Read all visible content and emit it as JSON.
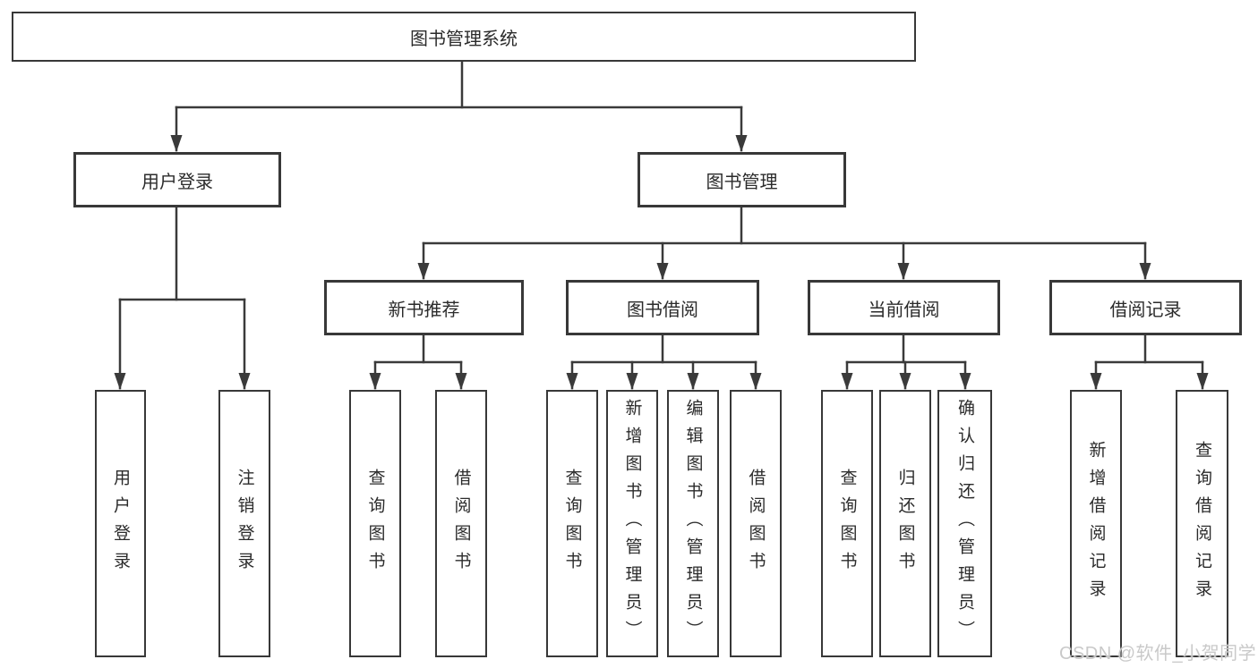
{
  "diagram": {
    "type": "tree",
    "title": "图书管理系统",
    "root": {
      "label": "图书管理系统"
    },
    "level2": [
      {
        "id": "user-login",
        "label": "用户登录",
        "children": [
          "用户登录",
          "注销登录"
        ]
      },
      {
        "id": "book-management",
        "label": "图书管理",
        "children": [
          "新书推荐",
          "图书借阅",
          "当前借阅",
          "借阅记录"
        ]
      }
    ],
    "level3": [
      {
        "id": "new-book-recommendation",
        "label": "新书推荐",
        "children": [
          "查询图书",
          "借阅图书"
        ]
      },
      {
        "id": "book-borrowing",
        "label": "图书借阅",
        "children": [
          "查询图书",
          "新增图书（管理员）",
          "编辑图书（管理员）",
          "借阅图书"
        ]
      },
      {
        "id": "current-borrowing",
        "label": "当前借阅",
        "children": [
          "查询图书",
          "归还图书",
          "确认归还（管理员）"
        ]
      },
      {
        "id": "borrowing-records",
        "label": "借阅记录",
        "children": [
          "新增借阅记录",
          "查询借阅记录"
        ]
      }
    ],
    "leaves": [
      "用户登录",
      "注销登录",
      "查询图书",
      "借阅图书",
      "查询图书",
      "新增图书（管理员）",
      "编辑图书（管理员）",
      "借阅图书",
      "查询图书",
      "归还图书",
      "确认归还（管理员）",
      "新增借阅记录",
      "查询借阅记录"
    ],
    "watermark": "CSDN @软件_小贺同学",
    "colors": {
      "line": "#3a3a3a",
      "border": "#383838",
      "text": "#2b2b2b",
      "watermark": "#c9c9c9",
      "background": "#ffffff"
    }
  }
}
